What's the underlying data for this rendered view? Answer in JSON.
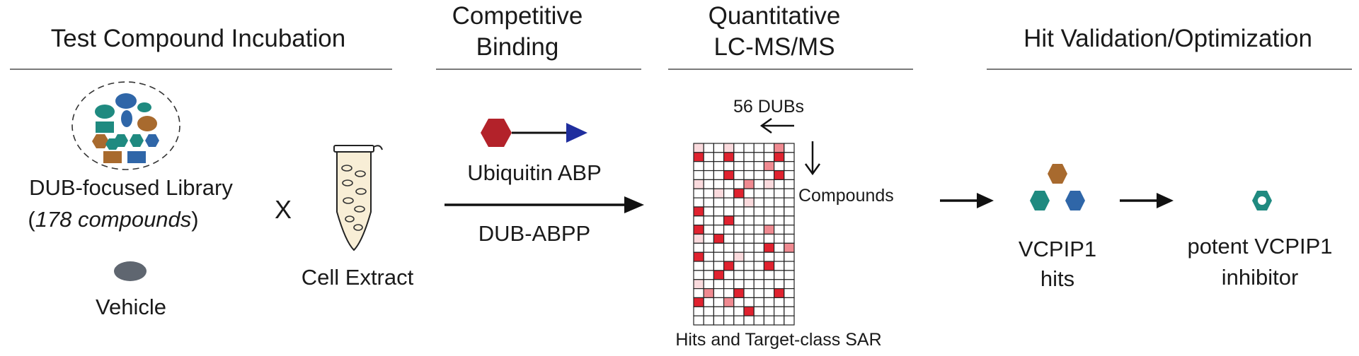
{
  "headers": {
    "incubation": "Test Compound Incubation",
    "binding_line1": "Competitive",
    "binding_line2": "Binding",
    "lcms_line1": "Quantitative",
    "lcms_line2": "LC-MS/MS",
    "validation": "Hit Validation/Optimization"
  },
  "library": {
    "title": "DUB-focused Library",
    "paren_open": "(",
    "count_italic": "178 compounds",
    "paren_close": ")",
    "vehicle": "Vehicle"
  },
  "times_symbol": "X",
  "cell_extract": "Cell Extract",
  "probe": {
    "label": "Ubiquitin ABP",
    "method": "DUB-ABPP"
  },
  "heatmap": {
    "dubs_label": "56 DUBs",
    "compounds_label": "Compounds",
    "caption": "Hits and Target-class SAR",
    "cells": [
      [
        1,
        0,
        0,
        1,
        0,
        0,
        0,
        0,
        2,
        0
      ],
      [
        3,
        0,
        0,
        3,
        0,
        0,
        0,
        0,
        3,
        0
      ],
      [
        0,
        0,
        0,
        0,
        0,
        0,
        0,
        2,
        0,
        0
      ],
      [
        0,
        0,
        0,
        3,
        0,
        0,
        0,
        0,
        3,
        0
      ],
      [
        1,
        0,
        0,
        0,
        0,
        2,
        0,
        1,
        0,
        0
      ],
      [
        0,
        0,
        1,
        0,
        3,
        0,
        0,
        0,
        0,
        0
      ],
      [
        0,
        0,
        0,
        0,
        0,
        1,
        0,
        0,
        0,
        0
      ],
      [
        3,
        0,
        0,
        0,
        0,
        0,
        0,
        0,
        0,
        0
      ],
      [
        0,
        0,
        0,
        3,
        0,
        0,
        0,
        0,
        0,
        0
      ],
      [
        3,
        0,
        0,
        0,
        0,
        0,
        0,
        2,
        0,
        0
      ],
      [
        1,
        0,
        3,
        0,
        0,
        0,
        0,
        0,
        0,
        0
      ],
      [
        0,
        0,
        0,
        0,
        0,
        0,
        0,
        3,
        0,
        2
      ],
      [
        3,
        0,
        0,
        0,
        1,
        0,
        0,
        0,
        0,
        0
      ],
      [
        0,
        0,
        0,
        3,
        0,
        0,
        0,
        3,
        0,
        0
      ],
      [
        0,
        0,
        3,
        0,
        0,
        0,
        0,
        0,
        0,
        0
      ],
      [
        1,
        0,
        0,
        0,
        0,
        0,
        0,
        0,
        0,
        0
      ],
      [
        0,
        2,
        0,
        0,
        3,
        0,
        0,
        0,
        3,
        0
      ],
      [
        3,
        0,
        0,
        2,
        0,
        0,
        0,
        0,
        0,
        0
      ],
      [
        0,
        0,
        0,
        0,
        0,
        3,
        0,
        0,
        0,
        0
      ],
      [
        0,
        0,
        0,
        0,
        0,
        0,
        0,
        0,
        0,
        0
      ]
    ],
    "palette": [
      "#ffffff",
      "#fadadd",
      "#f08a91",
      "#e0222f"
    ]
  },
  "vcpip1_hits": {
    "line1": "VCPIP1",
    "line2": "hits"
  },
  "inhibitor": {
    "line1": "potent VCPIP1",
    "line2": "inhibitor"
  },
  "colors": {
    "teal": "#1f8a80",
    "blue": "#2f66a8",
    "brown": "#a86a2e",
    "probe_warhead": "#b3222a",
    "probe_tag": "#1f2e9e",
    "vehicle": "#5f6670",
    "rule": "#7a7a7a"
  }
}
